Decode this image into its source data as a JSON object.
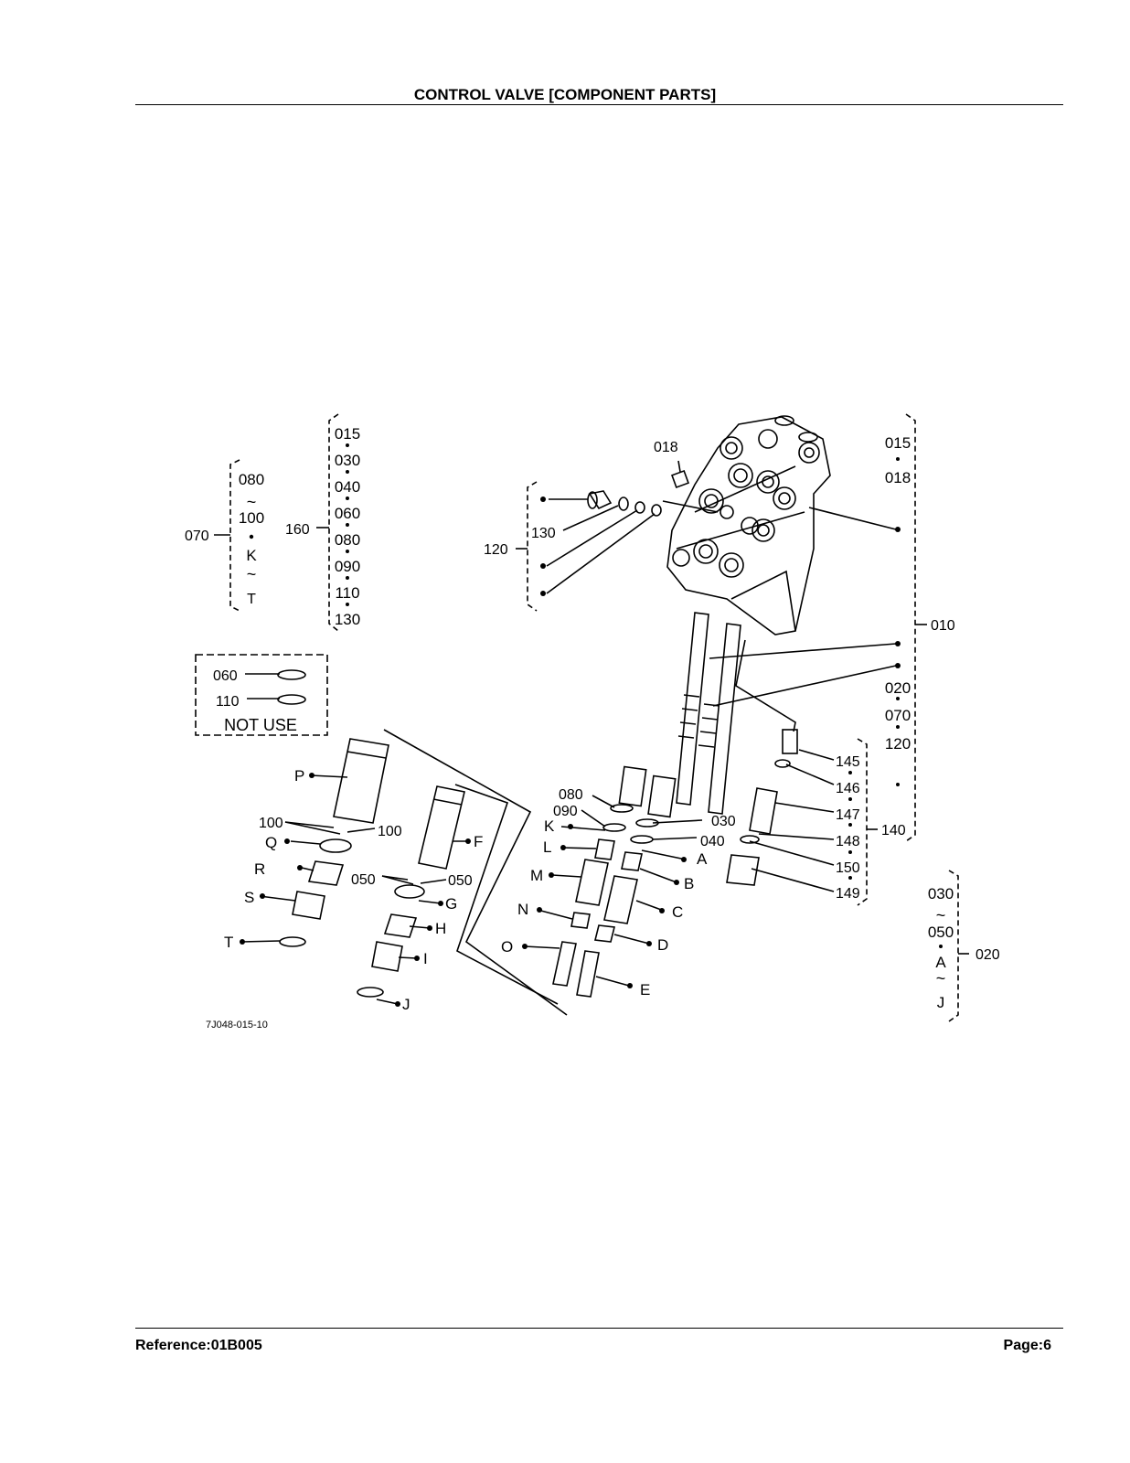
{
  "header": {
    "title": "CONTROL VALVE [COMPONENT PARTS]"
  },
  "diagram": {
    "drawing_number": "7J048-015-10",
    "note": "NOT USE",
    "range_mark": "~",
    "labels": [
      {
        "id": "l-080-070",
        "text": "080"
      },
      {
        "id": "l-100-070",
        "text": "100"
      },
      {
        "id": "l-K-070",
        "text": "K"
      },
      {
        "id": "l-T-070",
        "text": "T"
      },
      {
        "id": "l-070",
        "text": "070"
      },
      {
        "id": "l-015-160",
        "text": "015"
      },
      {
        "id": "l-030-160",
        "text": "030"
      },
      {
        "id": "l-040-160",
        "text": "040"
      },
      {
        "id": "l-060-160",
        "text": "060"
      },
      {
        "id": "l-080-160",
        "text": "080"
      },
      {
        "id": "l-090-160",
        "text": "090"
      },
      {
        "id": "l-110-160",
        "text": "110"
      },
      {
        "id": "l-130-160",
        "text": "130"
      },
      {
        "id": "l-160",
        "text": "160"
      },
      {
        "id": "l-060-note",
        "text": "060"
      },
      {
        "id": "l-110-note",
        "text": "110"
      },
      {
        "id": "l-018-top",
        "text": "018"
      },
      {
        "id": "l-130",
        "text": "130"
      },
      {
        "id": "l-120",
        "text": "120"
      },
      {
        "id": "l-015-r",
        "text": "015"
      },
      {
        "id": "l-018-r",
        "text": "018"
      },
      {
        "id": "l-010",
        "text": "010"
      },
      {
        "id": "l-020-r",
        "text": "020"
      },
      {
        "id": "l-070-r",
        "text": "070"
      },
      {
        "id": "l-120-r",
        "text": "120"
      },
      {
        "id": "l-145",
        "text": "145"
      },
      {
        "id": "l-146",
        "text": "146"
      },
      {
        "id": "l-147",
        "text": "147"
      },
      {
        "id": "l-148",
        "text": "148"
      },
      {
        "id": "l-150",
        "text": "150"
      },
      {
        "id": "l-149",
        "text": "149"
      },
      {
        "id": "l-140",
        "text": "140"
      },
      {
        "id": "l-030-b",
        "text": "030"
      },
      {
        "id": "l-050-b",
        "text": "050"
      },
      {
        "id": "l-A-b",
        "text": "A"
      },
      {
        "id": "l-J-b",
        "text": "J"
      },
      {
        "id": "l-020-b",
        "text": "020"
      },
      {
        "id": "l-P",
        "text": "P"
      },
      {
        "id": "l-100a",
        "text": "100"
      },
      {
        "id": "l-100b",
        "text": "100"
      },
      {
        "id": "l-Q",
        "text": "Q"
      },
      {
        "id": "l-R",
        "text": "R"
      },
      {
        "id": "l-S",
        "text": "S"
      },
      {
        "id": "l-T",
        "text": "T"
      },
      {
        "id": "l-F",
        "text": "F"
      },
      {
        "id": "l-050a",
        "text": "050"
      },
      {
        "id": "l-050b",
        "text": "050"
      },
      {
        "id": "l-G",
        "text": "G"
      },
      {
        "id": "l-H",
        "text": "H"
      },
      {
        "id": "l-I",
        "text": "I"
      },
      {
        "id": "l-J",
        "text": "J"
      },
      {
        "id": "l-080",
        "text": "080"
      },
      {
        "id": "l-090",
        "text": "090"
      },
      {
        "id": "l-K",
        "text": "K"
      },
      {
        "id": "l-L",
        "text": "L"
      },
      {
        "id": "l-M",
        "text": "M"
      },
      {
        "id": "l-N",
        "text": "N"
      },
      {
        "id": "l-O",
        "text": "O"
      },
      {
        "id": "l-030",
        "text": "030"
      },
      {
        "id": "l-040",
        "text": "040"
      },
      {
        "id": "l-A",
        "text": "A"
      },
      {
        "id": "l-B",
        "text": "B"
      },
      {
        "id": "l-C",
        "text": "C"
      },
      {
        "id": "l-D",
        "text": "D"
      },
      {
        "id": "l-E",
        "text": "E"
      }
    ]
  },
  "footer": {
    "reference": "Reference:01B005",
    "page": "Page:6"
  }
}
